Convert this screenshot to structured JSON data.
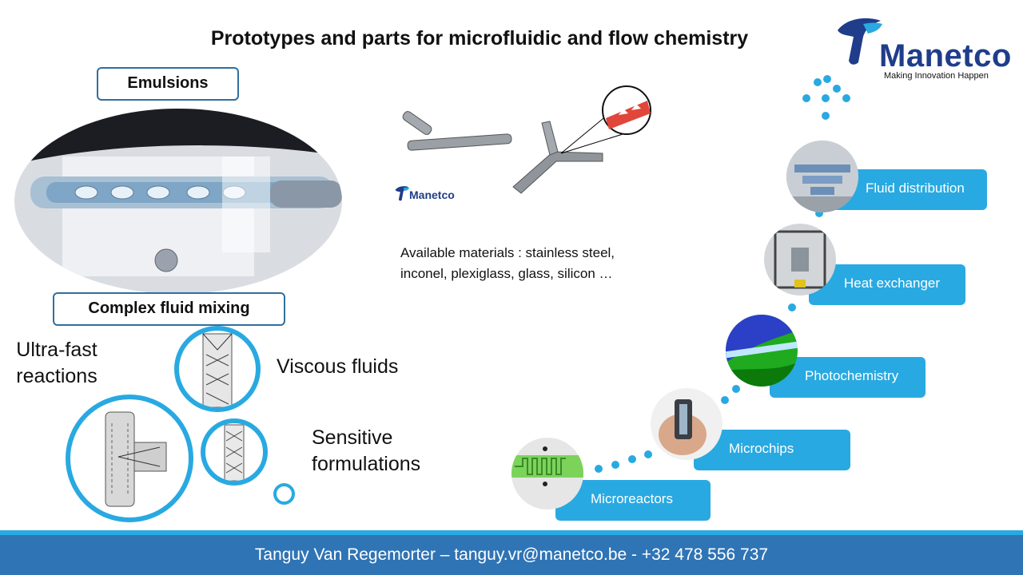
{
  "title": "Prototypes and parts for microfluidic and flow chemistry",
  "logo": {
    "name": "Manetco",
    "tagline": "Making Innovation Happen",
    "small_name": "Manetco"
  },
  "labels": {
    "emulsions": "Emulsions",
    "complex_mixing": "Complex fluid mixing"
  },
  "materials": {
    "line1": "Available materials : stainless steel,",
    "line2": "inconel, plexiglass, glass, silicon …"
  },
  "mixing": {
    "ultrafast_line1": "Ultra-fast",
    "ultrafast_line2": "reactions",
    "viscous": "Viscous fluids",
    "sensitive_line1": "Sensitive",
    "sensitive_line2": "formulations"
  },
  "steps": [
    {
      "label": "Fluid distribution"
    },
    {
      "label": "Heat exchanger"
    },
    {
      "label": "Photochemistry"
    },
    {
      "label": "Microchips"
    },
    {
      "label": "Microreactors"
    }
  ],
  "footer": "Tanguy Van Regemorter – tanguy.vr@manetco.be - +32 478 556 737",
  "colors": {
    "accent": "#29a9e1",
    "footer": "#2f74b5",
    "logo": "#1f3d8a"
  }
}
